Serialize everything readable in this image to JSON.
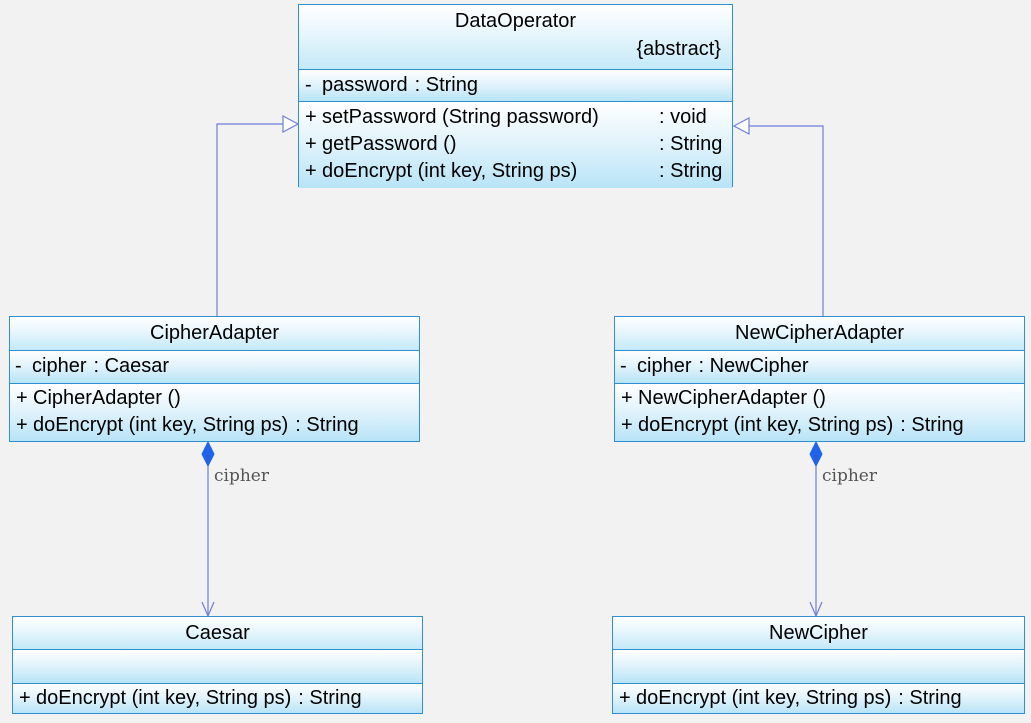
{
  "diagram": {
    "classes": {
      "data_operator": {
        "name": "DataOperator",
        "stereotype": "{abstract}",
        "attributes": [
          {
            "visibility": "-",
            "name": "password",
            "type": ": String"
          }
        ],
        "operations": [
          {
            "visibility": "+",
            "name": "setPassword (String password)",
            "type": ": void"
          },
          {
            "visibility": "+",
            "name": "getPassword ()",
            "type": ": String"
          },
          {
            "visibility": "+",
            "name": "doEncrypt (int key, String ps)",
            "type": ": String"
          }
        ]
      },
      "cipher_adapter": {
        "name": "CipherAdapter",
        "attributes": [
          {
            "visibility": "-",
            "name": "cipher",
            "type": ": Caesar"
          }
        ],
        "operations": [
          {
            "visibility": "+",
            "name": "CipherAdapter ()",
            "type": ""
          },
          {
            "visibility": "+",
            "name": "doEncrypt (int key, String ps)",
            "type": ": String"
          }
        ]
      },
      "new_cipher_adapter": {
        "name": "NewCipherAdapter",
        "attributes": [
          {
            "visibility": "-",
            "name": "cipher",
            "type": ": NewCipher"
          }
        ],
        "operations": [
          {
            "visibility": "+",
            "name": "NewCipherAdapter ()",
            "type": ""
          },
          {
            "visibility": "+",
            "name": "doEncrypt (int key, String ps)",
            "type": ": String"
          }
        ]
      },
      "caesar": {
        "name": "Caesar",
        "operations": [
          {
            "visibility": "+",
            "name": "doEncrypt (int key, String ps)",
            "type": ": String"
          }
        ]
      },
      "new_cipher": {
        "name": "NewCipher",
        "operations": [
          {
            "visibility": "+",
            "name": "doEncrypt (int key, String ps)",
            "type": ": String"
          }
        ]
      }
    },
    "relations": {
      "cipher_adapter_to_caesar_label": "cipher",
      "new_cipher_adapter_to_new_cipher_label": "cipher"
    },
    "colors": {
      "border": "#2f8fd0",
      "connector": "#6f7fd8",
      "composition_diamond": "#1f63e8",
      "background": "#f2f2f2"
    }
  }
}
